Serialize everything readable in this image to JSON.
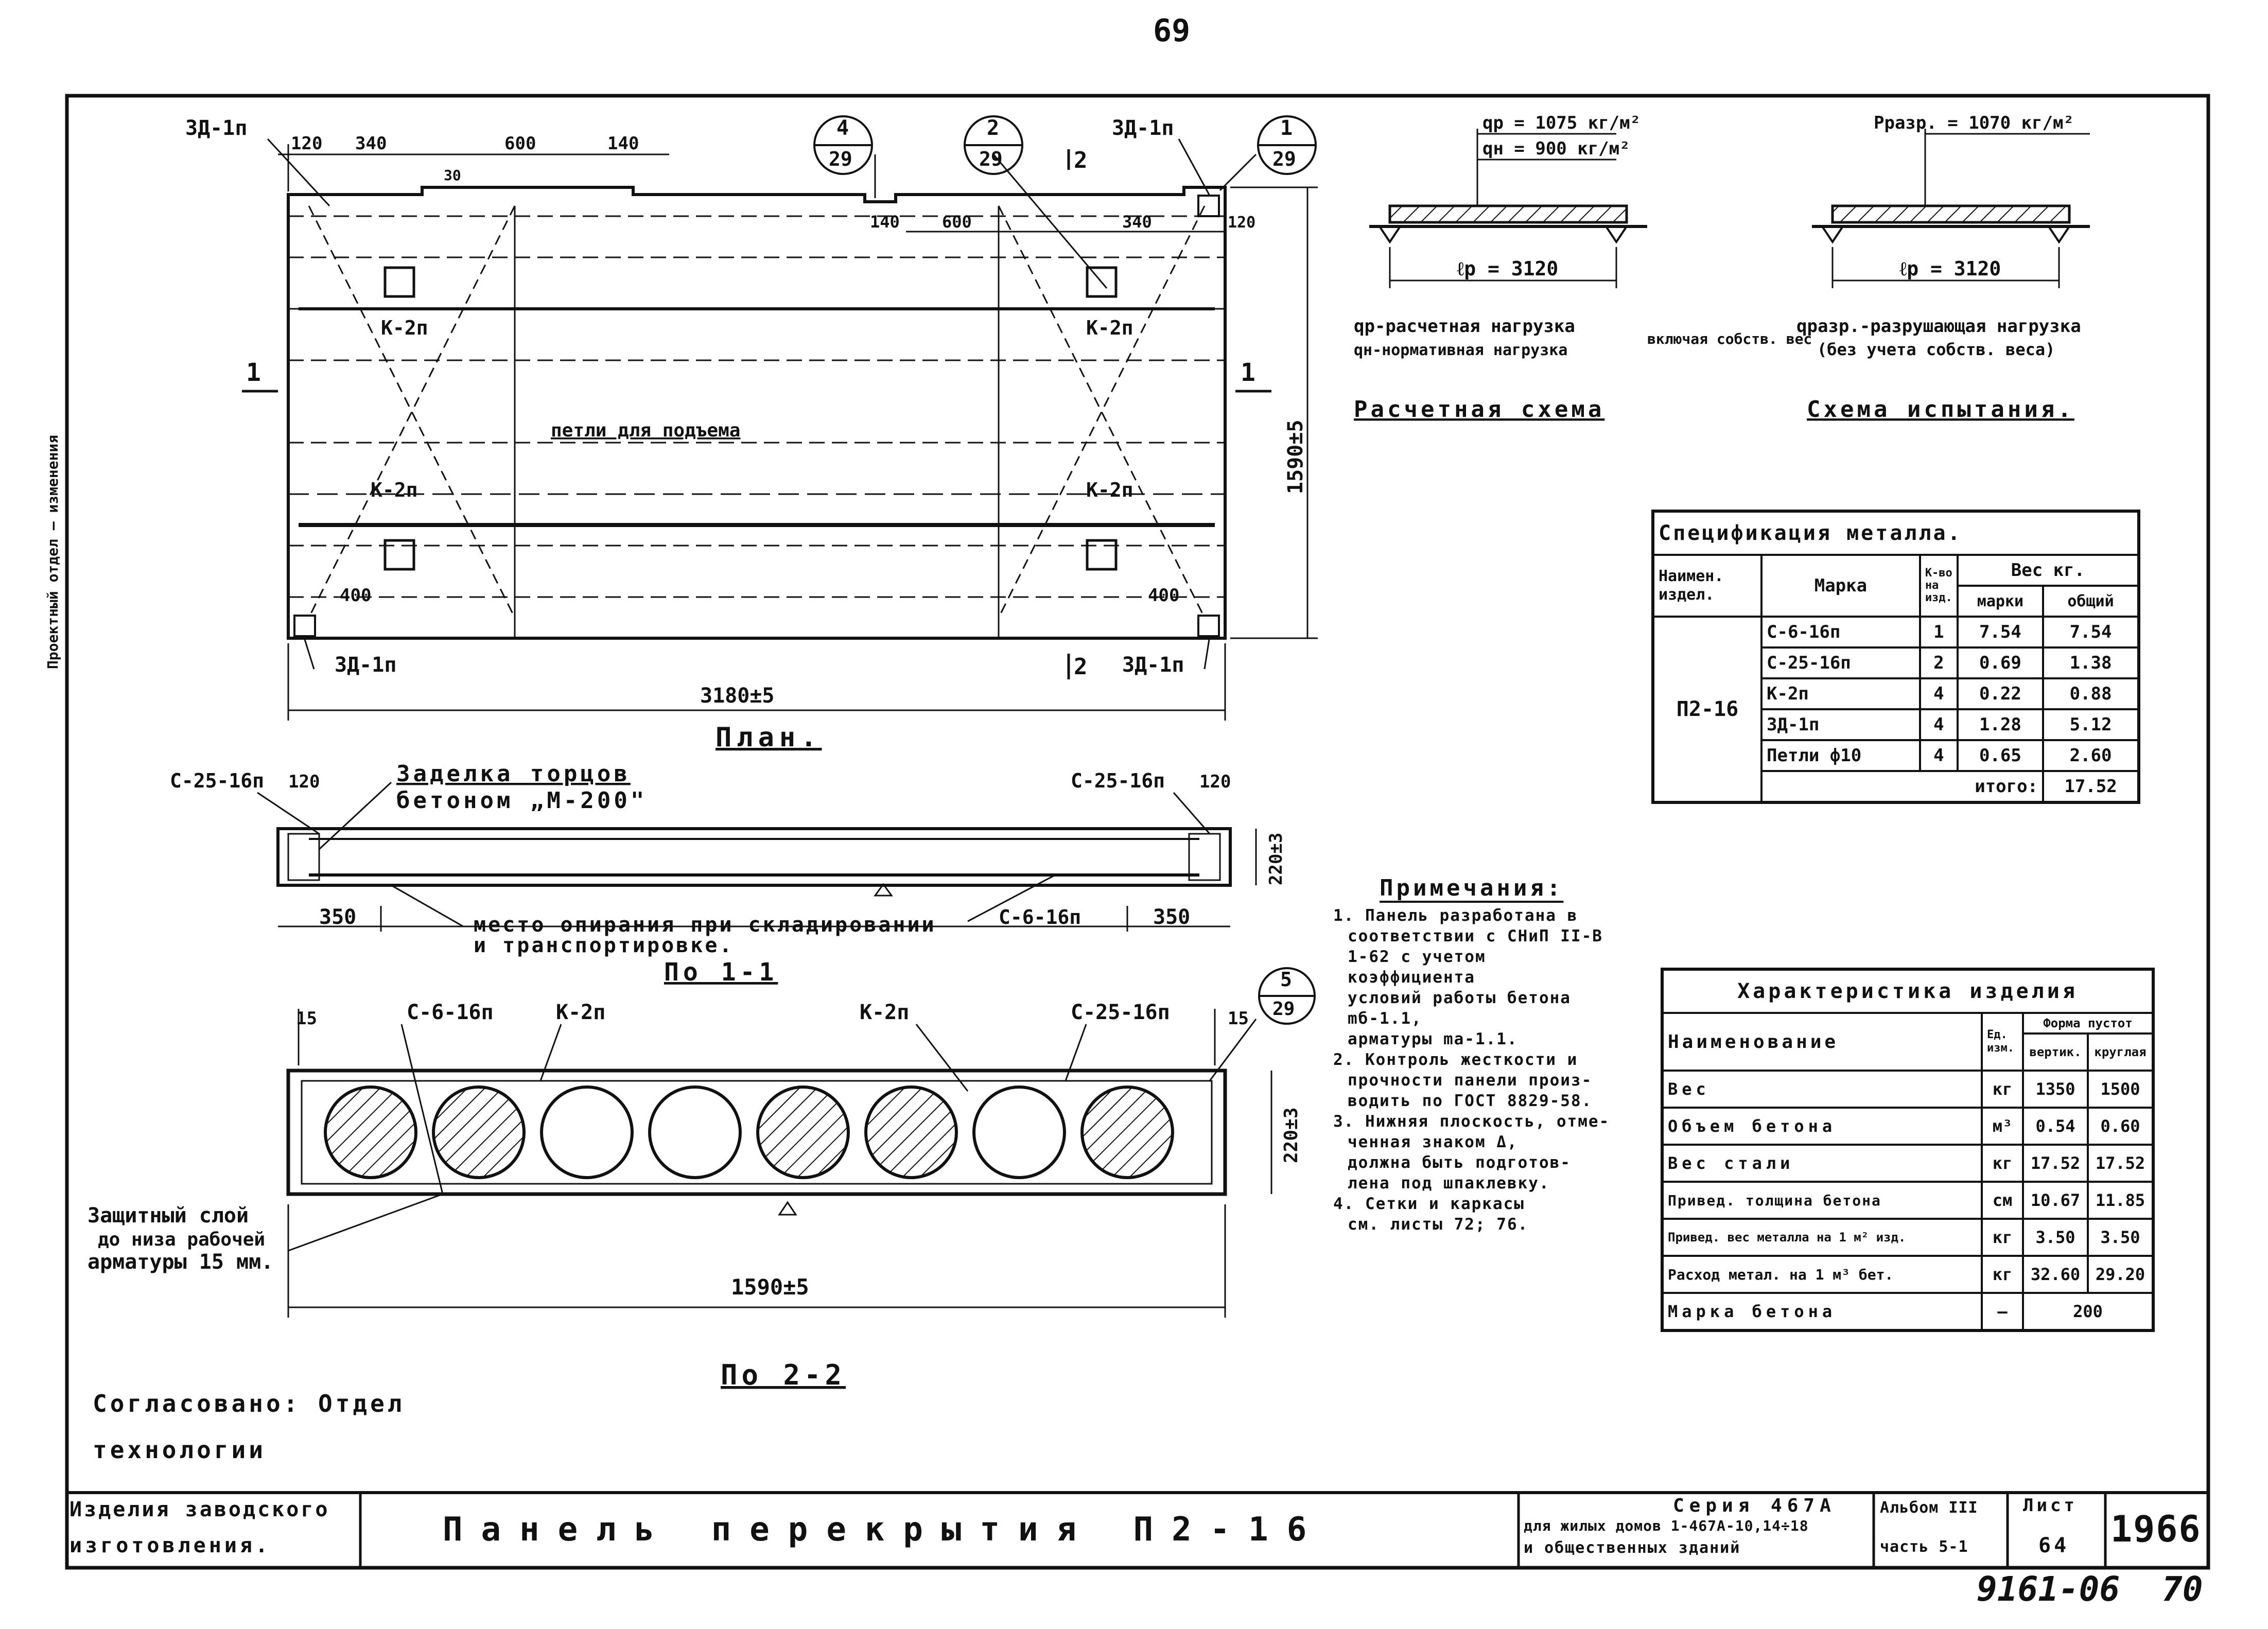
{
  "page_number_top": "69",
  "sheet_number_bottom": "70",
  "archive_number": "9161-06",
  "plan": {
    "caption": "План.",
    "labels": {
      "zd_tl": "ЗД-1п",
      "zd_tr": "ЗД-1п",
      "zd_bl": "ЗД-1п",
      "zd_br": "ЗД-1п",
      "k_1": "К-2п",
      "k_2": "К-2п",
      "k_3": "К-2п",
      "k_4": "К-2п",
      "lift_loops": "петли для подъема",
      "section_1l": "1",
      "section_1r": "1",
      "section_2t": "2",
      "section_2b": "2"
    },
    "dims": {
      "top_120": "120",
      "top_340": "340",
      "top_600": "600",
      "top_140": "140",
      "notch_30": "30",
      "in_140": "140",
      "in_600": "600",
      "in_340": "340",
      "in_120": "120",
      "d400_l": "400",
      "d400_r": "400",
      "length": "3180±5",
      "width": "1590±5"
    },
    "callouts": [
      {
        "num": "4",
        "sheet": "29"
      },
      {
        "num": "2",
        "sheet": "29"
      },
      {
        "num": "1",
        "sheet": "29"
      }
    ]
  },
  "section11": {
    "caption": "По 1-1",
    "labels": {
      "c25_l": "С-25-16п",
      "c25_r": "С-25-16п",
      "c6": "С-6-16п",
      "d120_l": "120",
      "d120_r": "120",
      "d350_l": "350",
      "d350_r": "350",
      "h220": "220±3",
      "note_seal_1": "Заделка торцов",
      "note_seal_2": "бетоном „М-200\"",
      "note_support_1": "место опирания при складировании",
      "note_support_2": "и транспортировке."
    }
  },
  "section22": {
    "caption": "По 2-2",
    "labels": {
      "c6": "С-6-16п",
      "k_1": "К-2п",
      "k_2": "К-2п",
      "c25": "С-25-16п",
      "d15_l": "15",
      "d15_r": "15",
      "h220": "220±3",
      "width": "1590±5",
      "cover_1": "Защитный слой",
      "cover_2": "до низа рабочей",
      "cover_3": "арматуры 15 мм."
    },
    "callout": {
      "num": "5",
      "sheet": "29"
    }
  },
  "design_scheme": {
    "qp": "qр = 1075 кг/м²",
    "qn": "qн = 900 кг/м²",
    "span": "ℓр = 3120",
    "legend_1": "qр-расчетная нагрузка",
    "legend_2": "qн-нормативная нагрузка",
    "legend_brace": "включая собств. вес",
    "title": "Расчетная схема"
  },
  "test_scheme": {
    "p": "Рразр. = 1070 кг/м²",
    "span": "ℓр = 3120",
    "legend_1": "qразр.-разрушающая нагрузка",
    "legend_2": "(без учета собств. веса)",
    "title": "Схема испытания."
  },
  "spec_table": {
    "title": "Спецификация металла.",
    "headers": {
      "item": "Наимен. издел.",
      "mark": "Марка",
      "count": "К-во на изд.",
      "weight": "Вес кг.",
      "w_mark": "марки",
      "w_total": "общий"
    },
    "product": "П2-16",
    "rows": [
      {
        "mark": "С-6-16п",
        "count": "1",
        "w_mark": "7.54",
        "w_total": "7.54"
      },
      {
        "mark": "С-25-16п",
        "count": "2",
        "w_mark": "0.69",
        "w_total": "1.38"
      },
      {
        "mark": "К-2п",
        "count": "4",
        "w_mark": "0.22",
        "w_total": "0.88"
      },
      {
        "mark": "ЗД-1п",
        "count": "4",
        "w_mark": "1.28",
        "w_total": "5.12"
      },
      {
        "mark": "Петли ф10",
        "count": "4",
        "w_mark": "0.65",
        "w_total": "2.60"
      }
    ],
    "total_label": "итого:",
    "total_value": "17.52"
  },
  "notes": {
    "title": "Примечания:",
    "lines": [
      "1. Панель разработана в",
      "соответствии с СНиП II-В",
      "1-62 с учетом коэффициента",
      "условий работы бетона mб-1.1,",
      "арматуры mа-1.1.",
      "2. Контроль жесткости и",
      "прочности панели произ-",
      "водить по ГОСТ 8829-58.",
      "3. Нижняя плоскость, отме-",
      "ченная знаком Δ,",
      "должна быть подготов-",
      "лена под шпаклевку.",
      "4. Сетки и каркасы",
      "см. листы 72; 76."
    ]
  },
  "char_table": {
    "title": "Характеристика изделия",
    "headers": {
      "name": "Наименование",
      "unit": "Ед. изм.",
      "form": "Форма пустот",
      "vert": "вертик.",
      "round": "круглая"
    },
    "rows": [
      {
        "name": "Вес",
        "unit": "кг",
        "v": "1350",
        "r": "1500"
      },
      {
        "name": "Объем бетона",
        "unit": "м³",
        "v": "0.54",
        "r": "0.60"
      },
      {
        "name": "Вес стали",
        "unit": "кг",
        "v": "17.52",
        "r": "17.52"
      },
      {
        "name": "Привед. толщина бетона",
        "unit": "см",
        "v": "10.67",
        "r": "11.85"
      },
      {
        "name": "Привед. вес металла на 1 м² изд.",
        "unit": "кг",
        "v": "3.50",
        "r": "3.50"
      },
      {
        "name": "Расход метал. на 1 м³ бет.",
        "unit": "кг",
        "v": "32.60",
        "r": "29.20"
      }
    ],
    "grade_row": {
      "name": "Марка бетона",
      "unit": "—",
      "value": "200"
    }
  },
  "approval": {
    "line1": "Согласовано: Отдел",
    "line2": "технологии"
  },
  "side_stamp": "Проектный отдел — изменения",
  "title_block": {
    "left_1": "Изделия заводского",
    "left_2": "изготовления.",
    "title": "Панель перекрытия П2-16",
    "series_1": "Серия 467А",
    "series_2": "для жилых домов 1-467А-10,14÷18",
    "series_3": "и общественных зданий",
    "album_1": "Альбом III",
    "album_2": "часть 5-1",
    "sheet_label": "Лист",
    "sheet_value": "64",
    "year": "1966"
  }
}
